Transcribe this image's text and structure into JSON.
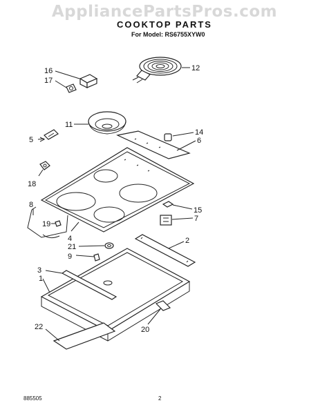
{
  "watermark": "AppliancePartsPros.com",
  "title": "COOKTOP PARTS",
  "model": "For Model: RS6755XYW0",
  "footer": {
    "code": "885505",
    "page": "2"
  },
  "callouts": {
    "c1": "1",
    "c2": "2",
    "c3": "3",
    "c4": "4",
    "c5": "5",
    "c6": "6",
    "c7": "7",
    "c8": "8",
    "c9": "9",
    "c11": "11",
    "c12": "12",
    "c14": "14",
    "c15": "15",
    "c16": "16",
    "c17": "17",
    "c18": "18",
    "c19": "19",
    "c20": "20",
    "c21": "21",
    "c22": "22"
  }
}
